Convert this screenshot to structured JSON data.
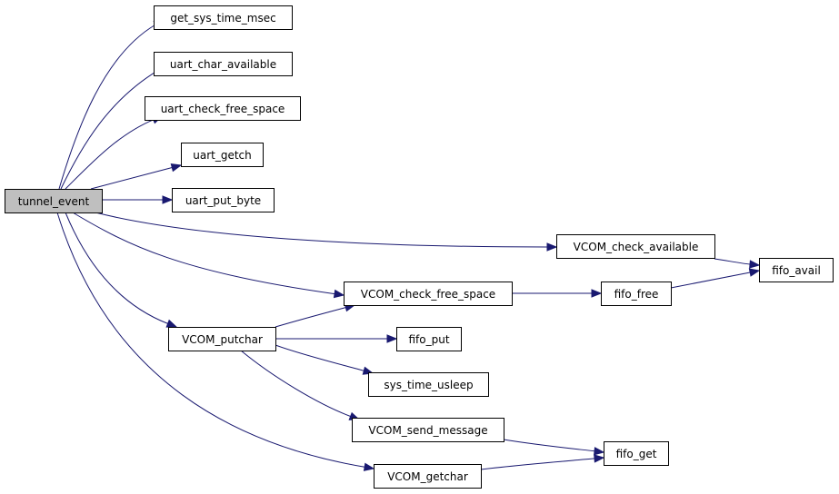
{
  "graph": {
    "root": "tunnel_event",
    "nodes": [
      {
        "id": "tunnel_event",
        "label": "tunnel_event",
        "root": true
      },
      {
        "id": "get_sys_time_msec",
        "label": "get_sys_time_msec"
      },
      {
        "id": "uart_char_available",
        "label": "uart_char_available"
      },
      {
        "id": "uart_check_free_space",
        "label": "uart_check_free_space"
      },
      {
        "id": "uart_getch",
        "label": "uart_getch"
      },
      {
        "id": "uart_put_byte",
        "label": "uart_put_byte"
      },
      {
        "id": "VCOM_check_available",
        "label": "VCOM_check_available"
      },
      {
        "id": "fifo_avail",
        "label": "fifo_avail"
      },
      {
        "id": "VCOM_check_free_space",
        "label": "VCOM_check_free_space"
      },
      {
        "id": "fifo_free",
        "label": "fifo_free"
      },
      {
        "id": "VCOM_putchar",
        "label": "VCOM_putchar"
      },
      {
        "id": "fifo_put",
        "label": "fifo_put"
      },
      {
        "id": "sys_time_usleep",
        "label": "sys_time_usleep"
      },
      {
        "id": "VCOM_send_message",
        "label": "VCOM_send_message"
      },
      {
        "id": "fifo_get",
        "label": "fifo_get"
      },
      {
        "id": "VCOM_getchar",
        "label": "VCOM_getchar"
      }
    ],
    "edges": [
      {
        "from": "tunnel_event",
        "to": "get_sys_time_msec"
      },
      {
        "from": "tunnel_event",
        "to": "uart_char_available"
      },
      {
        "from": "tunnel_event",
        "to": "uart_check_free_space"
      },
      {
        "from": "tunnel_event",
        "to": "uart_getch"
      },
      {
        "from": "tunnel_event",
        "to": "uart_put_byte"
      },
      {
        "from": "tunnel_event",
        "to": "VCOM_check_available"
      },
      {
        "from": "tunnel_event",
        "to": "VCOM_check_free_space"
      },
      {
        "from": "tunnel_event",
        "to": "VCOM_putchar"
      },
      {
        "from": "tunnel_event",
        "to": "VCOM_getchar"
      },
      {
        "from": "VCOM_check_available",
        "to": "fifo_avail"
      },
      {
        "from": "VCOM_check_free_space",
        "to": "fifo_free"
      },
      {
        "from": "fifo_free",
        "to": "fifo_avail"
      },
      {
        "from": "VCOM_putchar",
        "to": "VCOM_check_free_space"
      },
      {
        "from": "VCOM_putchar",
        "to": "fifo_put"
      },
      {
        "from": "VCOM_putchar",
        "to": "sys_time_usleep"
      },
      {
        "from": "VCOM_putchar",
        "to": "VCOM_send_message"
      },
      {
        "from": "VCOM_send_message",
        "to": "fifo_get"
      },
      {
        "from": "VCOM_getchar",
        "to": "fifo_get"
      }
    ],
    "colors": {
      "edge": "#191970",
      "root_fill": "#bfbfbf",
      "node_fill": "#ffffff",
      "node_border": "#000000"
    }
  }
}
